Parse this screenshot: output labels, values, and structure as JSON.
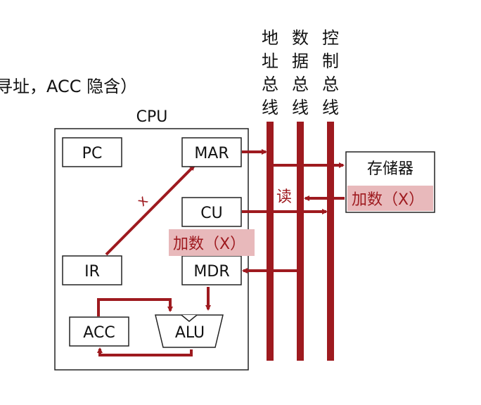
{
  "heading_fragment": "寻址，ACC 隐含）",
  "cpu_label": "CPU",
  "registers": {
    "pc": "PC",
    "mar": "MAR",
    "ir": "IR",
    "cu": "CU",
    "mdr": "MDR",
    "acc": "ACC",
    "alu": "ALU"
  },
  "memory_label": "存储器",
  "bus_labels": {
    "address": [
      "地",
      "址",
      "总",
      "线"
    ],
    "data": [
      "数",
      "据",
      "总",
      "线"
    ],
    "control": [
      "控",
      "制",
      "总",
      "线"
    ]
  },
  "ir_to_mar_label": "x",
  "read_signal": "读",
  "cu_instruction": "加数（X）",
  "memory_instruction": "加数（X）",
  "colors": {
    "bus": "#9e1a1f",
    "highlight": "#e8b9bb",
    "box_border": "#222222",
    "text": "#111111"
  }
}
